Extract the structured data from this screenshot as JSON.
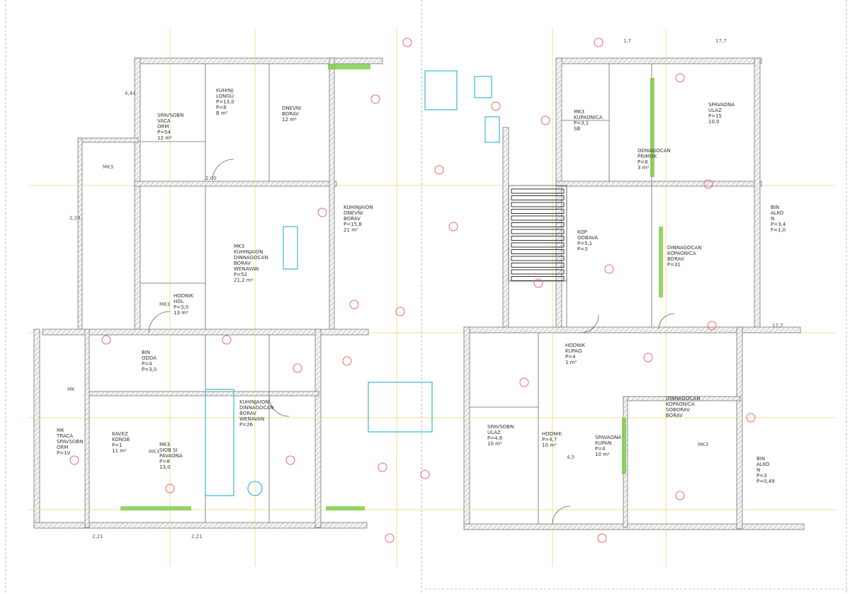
{
  "colors": {
    "walls": "#777777",
    "fixtures": "#38b6d6",
    "markers": "#e86a6a",
    "axes": "#f2c94c",
    "windows": "#7ac943"
  },
  "rooms": [
    {
      "id": "r1",
      "lines": [
        "SPAVSOBN",
        "VACA",
        "ORM",
        "P=54",
        "12 m²"
      ]
    },
    {
      "id": "r2",
      "lines": [
        "KUHINJ",
        "LONGU",
        "P=13,0",
        "P=8",
        "B m²"
      ]
    },
    {
      "id": "r3",
      "lines": [
        "DNEVNI",
        "BORAV",
        "12 m²"
      ]
    },
    {
      "id": "r4",
      "lines": [
        "KUHINJAION",
        "DNEVNI",
        "BORAV",
        "P=15,8",
        "21 m²"
      ]
    },
    {
      "id": "r5",
      "lines": [
        "MK3",
        "KUHINJAION",
        "DINNAGOCAN",
        "BORAV",
        "WENAVAN",
        "P=52",
        "21,2 m²"
      ]
    },
    {
      "id": "r6",
      "lines": [
        "HODNIK",
        "HOL",
        "P=3,0",
        "13 m²"
      ]
    },
    {
      "id": "r7",
      "lines": [
        "MK3",
        "KUPAONICA",
        "P=3,1",
        "SB"
      ]
    },
    {
      "id": "r8",
      "lines": [
        "ODNAGOCAN",
        "PRIMOK",
        "P=8",
        "3 m²"
      ]
    },
    {
      "id": "r9",
      "lines": [
        "KOP",
        "ODBAVA",
        "P=5,1",
        "P=3"
      ]
    },
    {
      "id": "r10",
      "lines": [
        "SPAVAONA",
        "ULAZ",
        "P=15",
        "10,0"
      ]
    },
    {
      "id": "r11",
      "lines": [
        "BIN",
        "ALKO",
        "N",
        "P=3,4",
        "F=1,0"
      ]
    },
    {
      "id": "r12",
      "lines": [
        "DINNAGOCAN",
        "KOPAONICA",
        "BORAV",
        "P=31"
      ]
    },
    {
      "id": "r13",
      "lines": [
        "BIN",
        "ODDA",
        "P=4",
        "P=3,0"
      ]
    },
    {
      "id": "r14",
      "lines": [
        "MK",
        "TRACA",
        "SPAVSOBN",
        "ORM",
        "P=1V"
      ]
    },
    {
      "id": "r15",
      "lines": [
        "KUHINJAION",
        "DINNAGOCAN",
        "BORAV",
        "WENAVAN",
        "P=26"
      ]
    },
    {
      "id": "r16",
      "lines": [
        "KAVEZ",
        "KONOB",
        "P=1",
        "11 m²"
      ]
    },
    {
      "id": "r17",
      "lines": [
        "MK3",
        "SIOB SI",
        "PAVAONA",
        "P=8",
        "13,0"
      ]
    },
    {
      "id": "r18",
      "lines": [
        "HODNIK",
        "KUPAO",
        "P=4",
        "1 m²"
      ]
    },
    {
      "id": "r19",
      "lines": [
        "SPAVSOBN",
        "ULAZ",
        "P=4,8",
        "10 m²"
      ]
    },
    {
      "id": "r20",
      "lines": [
        "SPAVAONA",
        "KUPAN",
        "P=4",
        "10 m²"
      ]
    },
    {
      "id": "r21",
      "lines": [
        "DINNAGOCAN",
        "KOPAONICA",
        "SOBORAV",
        "BORAV"
      ]
    },
    {
      "id": "r22",
      "lines": [
        "BIN",
        "ALKO",
        "N",
        "P=3",
        "P=0,49"
      ]
    },
    {
      "id": "r23",
      "lines": [
        "HODNIK",
        "P=4,7",
        "10 m²"
      ]
    }
  ],
  "tags": {
    "mk": "MK3",
    "mk2": "MK",
    "lvl": "17,7",
    "lvl2": "2,00",
    "lvl3": "2,21",
    "lvl4": "2,24",
    "lvl5": "4,44",
    "ax1": "1,7",
    "ax2": "4,5"
  }
}
